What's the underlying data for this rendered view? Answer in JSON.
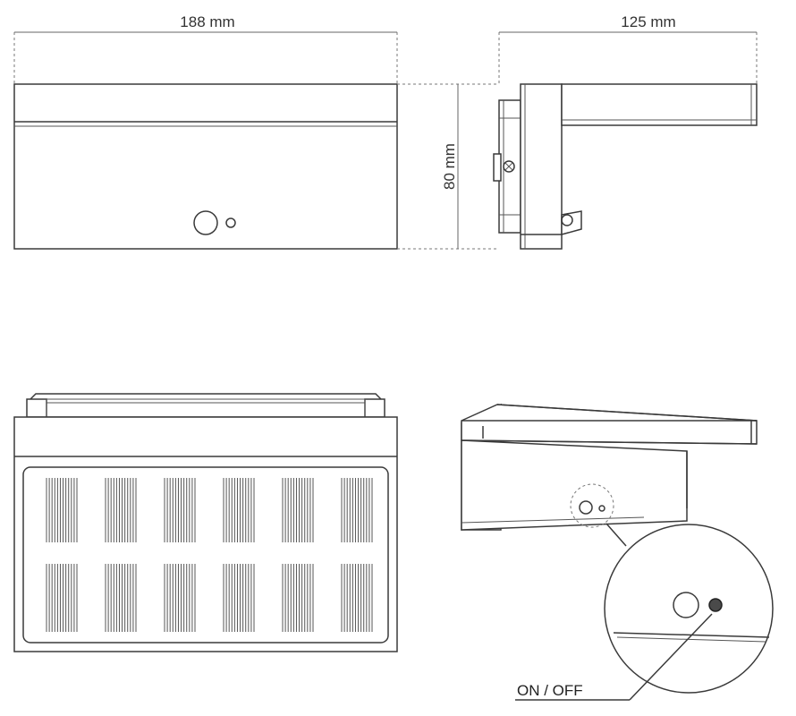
{
  "dimensions": {
    "width": "188 mm",
    "depth": "125 mm",
    "height": "80 mm"
  },
  "callout": {
    "switch_label": "ON / OFF"
  },
  "solar_panel": {
    "rows": 2,
    "columns": 6
  }
}
